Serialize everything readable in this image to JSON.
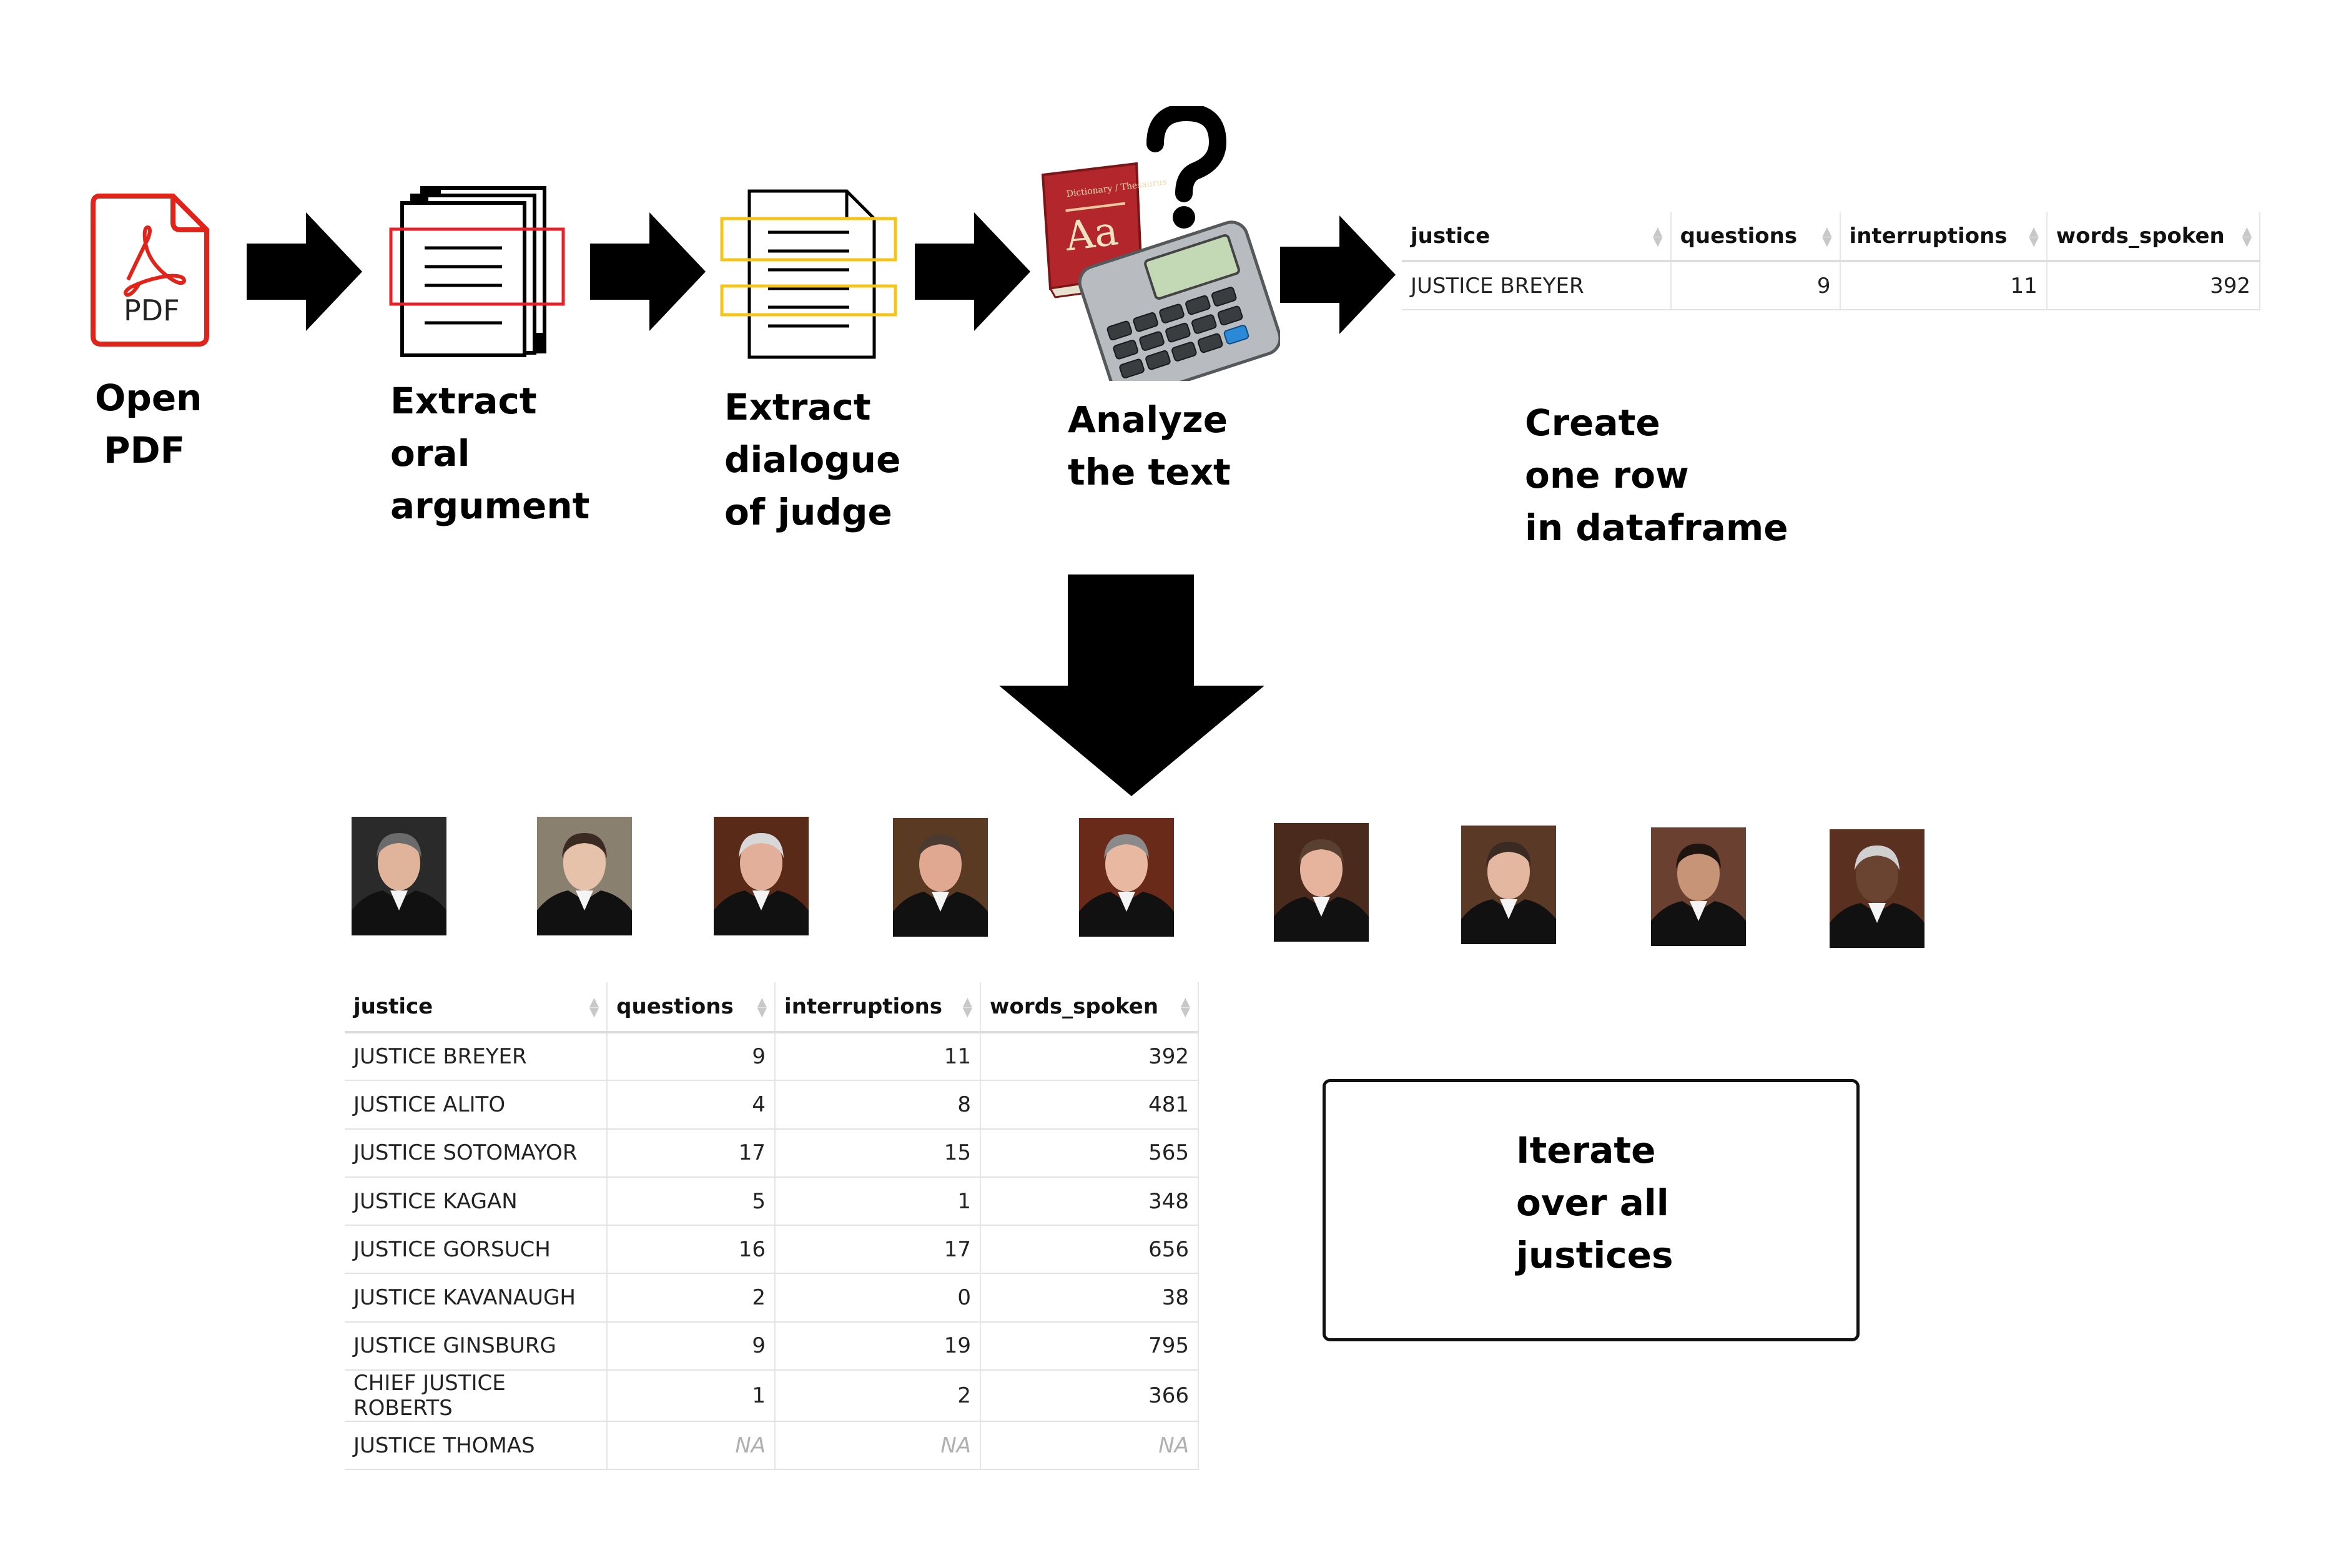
{
  "steps": [
    {
      "icon": "pdf-file-icon",
      "icon_text": "PDF",
      "label": [
        "Open",
        "PDF"
      ]
    },
    {
      "icon": "stacked-documents-icon",
      "label": [
        "Extract",
        "oral",
        "argument"
      ]
    },
    {
      "icon": "highlighted-document-icon",
      "label": [
        "Extract",
        "dialogue",
        "of judge"
      ]
    },
    {
      "icon": "dictionary-calculator-icon",
      "label": [
        "Analyze",
        "the text"
      ]
    },
    {
      "icon": "dataframe-row-icon",
      "label": [
        "Create",
        "one row",
        "in dataframe"
      ]
    }
  ],
  "dictionary": {
    "title": "Aa",
    "caption": "Dictionary / Thesaurus"
  },
  "columns": [
    "justice",
    "questions",
    "interruptions",
    "words_spoken"
  ],
  "single_row": {
    "justice": "JUSTICE BREYER",
    "questions": "9",
    "interruptions": "11",
    "words_spoken": "392"
  },
  "full_table": [
    {
      "justice": "JUSTICE BREYER",
      "questions": "9",
      "interruptions": "11",
      "words_spoken": "392"
    },
    {
      "justice": "JUSTICE ALITO",
      "questions": "4",
      "interruptions": "8",
      "words_spoken": "481"
    },
    {
      "justice": "JUSTICE SOTOMAYOR",
      "questions": "17",
      "interruptions": "15",
      "words_spoken": "565"
    },
    {
      "justice": "JUSTICE KAGAN",
      "questions": "5",
      "interruptions": "1",
      "words_spoken": "348"
    },
    {
      "justice": "JUSTICE GORSUCH",
      "questions": "16",
      "interruptions": "17",
      "words_spoken": "656"
    },
    {
      "justice": "JUSTICE KAVANAUGH",
      "questions": "2",
      "interruptions": "0",
      "words_spoken": "38"
    },
    {
      "justice": "JUSTICE GINSBURG",
      "questions": "9",
      "interruptions": "19",
      "words_spoken": "795"
    },
    {
      "justice": "CHIEF JUSTICE ROBERTS",
      "questions": "1",
      "interruptions": "2",
      "words_spoken": "366"
    },
    {
      "justice": "JUSTICE THOMAS",
      "questions": "NA",
      "interruptions": "NA",
      "words_spoken": "NA"
    }
  ],
  "portraits": [
    {
      "name": "justice-portrait-1",
      "bg": "#2a2a2a",
      "skin": "#e0b49a",
      "hair": "#6b6b6b"
    },
    {
      "name": "justice-portrait-2",
      "bg": "#8a8070",
      "skin": "#e7c2aa",
      "hair": "#3a2a22"
    },
    {
      "name": "justice-portrait-3",
      "bg": "#5a2a18",
      "skin": "#e2b09a",
      "hair": "#d8d8d8"
    },
    {
      "name": "justice-portrait-4",
      "bg": "#5a3a22",
      "skin": "#e0a890",
      "hair": "#4a3a30"
    },
    {
      "name": "justice-portrait-5",
      "bg": "#6a2a1a",
      "skin": "#e8b8a0",
      "hair": "#8a8a8a"
    },
    {
      "name": "justice-portrait-6",
      "bg": "#4a2a1c",
      "skin": "#e6b49c",
      "hair": "#5a4030"
    },
    {
      "name": "justice-portrait-7",
      "bg": "#5a3a26",
      "skin": "#e4b8a0",
      "hair": "#3a2a22"
    },
    {
      "name": "justice-portrait-8",
      "bg": "#6a4030",
      "skin": "#c89478",
      "hair": "#1e1410"
    },
    {
      "name": "justice-portrait-9",
      "bg": "#5a3020",
      "skin": "#6a4430",
      "hair": "#d0d0d0"
    }
  ],
  "iterate_label": [
    "Iterate",
    "over all",
    "justices"
  ],
  "colors": {
    "pdf_red": "#e2231a",
    "extract_red": "#e8202a",
    "highlight_yellow": "#f5c518",
    "book_red": "#b3262c",
    "arrow": "#000000"
  }
}
